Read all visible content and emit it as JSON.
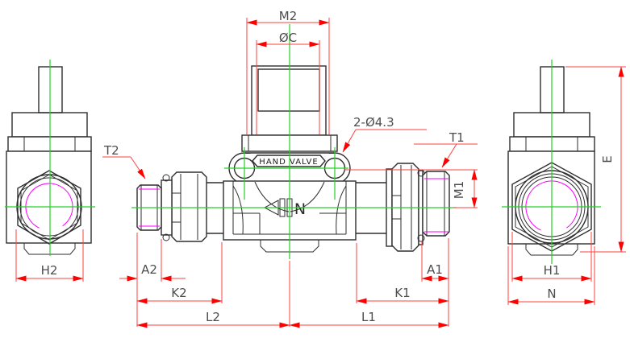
{
  "drawing": {
    "plate_text": "HAND VALVE",
    "flow_letter": "N",
    "labels": {
      "m2": "M2",
      "oc": "ØC",
      "holes_note": "2-Ø4.3",
      "t2": "T2",
      "t1": "T1",
      "m1": "M1",
      "e": "E",
      "h2": "H2",
      "h1": "H1",
      "n": "N",
      "a2": "A2",
      "a1": "A1",
      "k2": "K2",
      "k1": "K1",
      "l2": "L2",
      "l1": "L1"
    },
    "colors": {
      "dimension_line": "#ff4040",
      "arrowhead": "#ff0000",
      "centerline": "#21d121",
      "knurl_hatch": "#00d8d8",
      "thread": "#ff00ff",
      "outline": "#2e2e2e",
      "label_text": "#4d4d4d",
      "background": "#ffffff"
    }
  }
}
